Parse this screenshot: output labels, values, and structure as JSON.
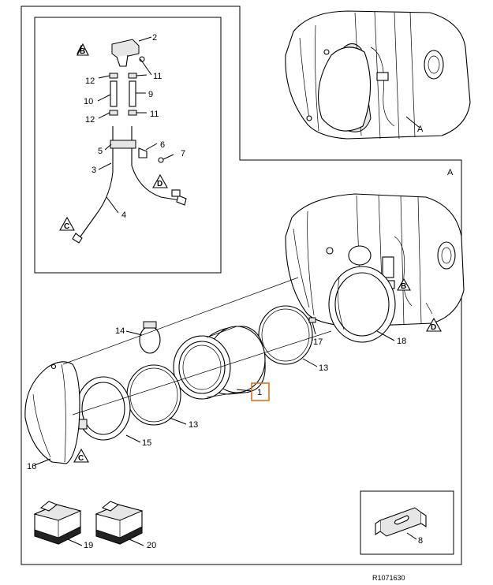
{
  "diagram": {
    "reference_number": "R1071630",
    "view_labels": {
      "top_view": "A",
      "main_view": "A"
    },
    "part_numbers": {
      "p1": "1",
      "p2": "2",
      "p3": "3",
      "p4": "4",
      "p5": "5",
      "p6": "6",
      "p7": "7",
      "p8": "8",
      "p9": "9",
      "p10": "10",
      "p11a": "11",
      "p11b": "11",
      "p12a": "12",
      "p12b": "12",
      "p13a": "13",
      "p13b": "13",
      "p14": "14",
      "p15": "15",
      "p16": "16",
      "p17": "17",
      "p18": "18",
      "p19": "19",
      "p20": "20"
    },
    "connector_markers": {
      "inset_b": "B",
      "inset_c": "C",
      "inset_d": "D",
      "main_b": "B",
      "main_c": "C",
      "main_d": "D"
    },
    "highlight_color": "#e07020"
  }
}
